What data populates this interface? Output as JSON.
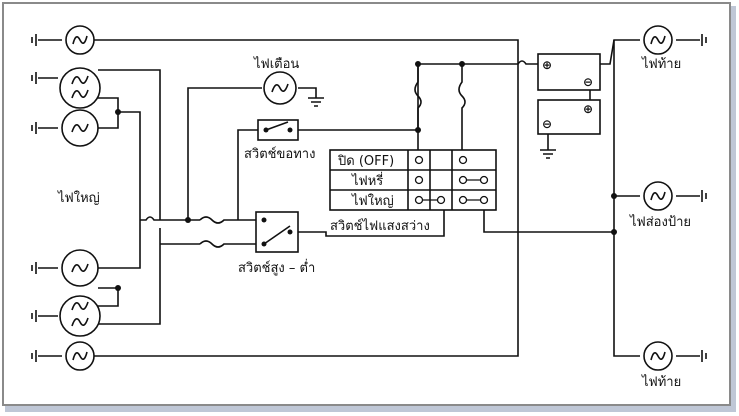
{
  "labels": {
    "warning_lamp": "ไฟเตือน",
    "overtake_switch": "สวิตช์ขอทาง",
    "headlights": "ไฟใหญ่",
    "dimmer_switch": "สวิตช์สูง – ต่ำ",
    "light_switch": "สวิตช์ไฟแสงสว่าง",
    "tail_lamp_top": "ไฟท้าย",
    "license_lamp": "ไฟส่องป้าย",
    "tail_lamp_bottom": "ไฟท้าย"
  },
  "switch_table": {
    "rows": [
      "ปิด (OFF)",
      "ไฟหรี่",
      "ไฟใหญ่"
    ]
  },
  "battery": {
    "plus": "⊕",
    "minus": "⊖"
  }
}
